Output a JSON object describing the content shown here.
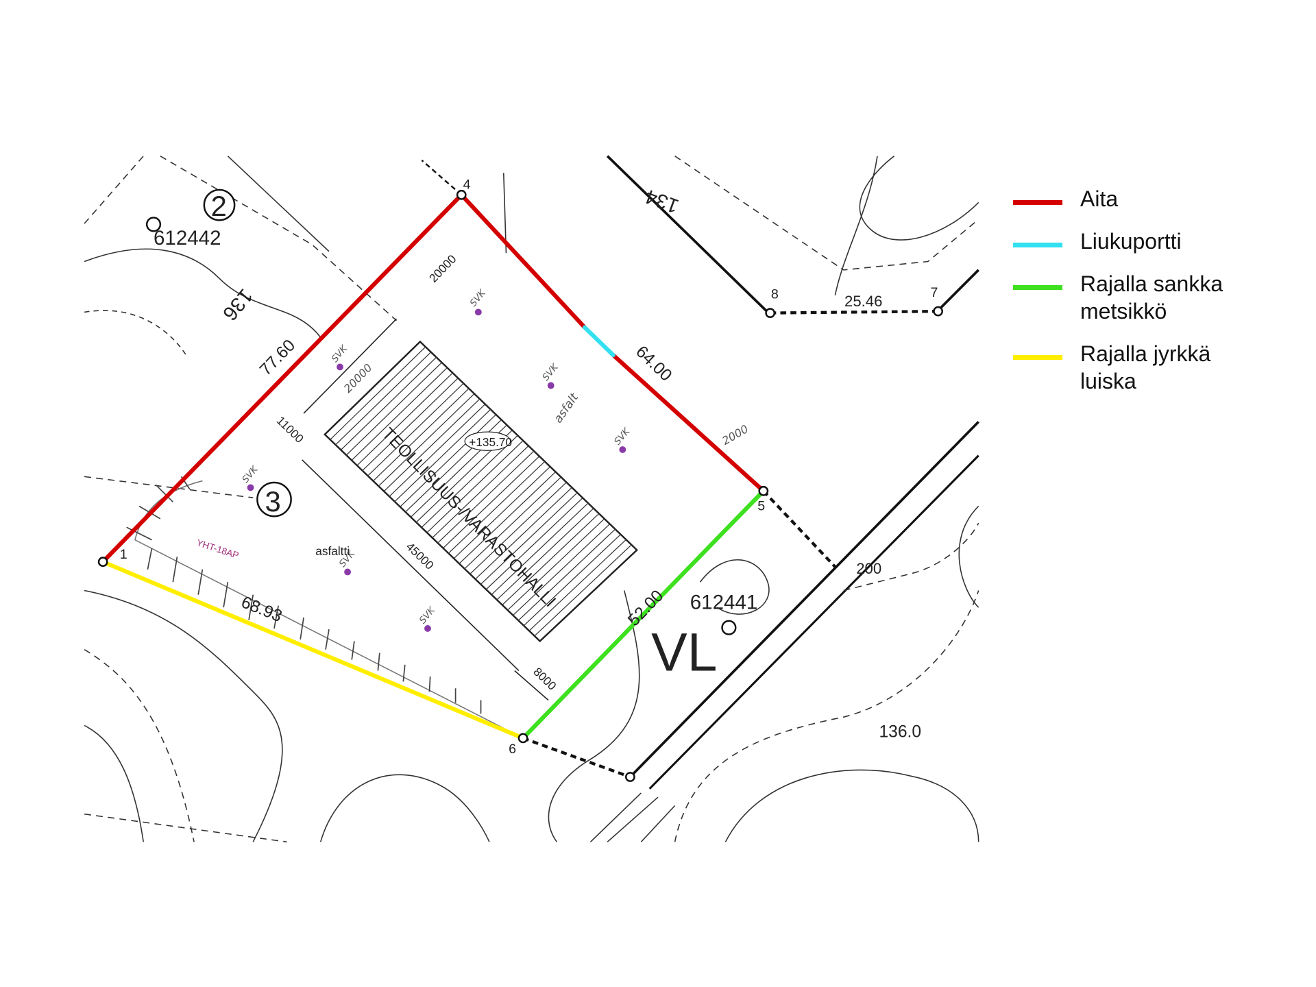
{
  "legend": [
    {
      "label": "Aita",
      "color": "#d40000"
    },
    {
      "label": "Liukuportti",
      "color": "#33e0f0"
    },
    {
      "label": "Rajalla sankka metsikkö",
      "color": "#3ee020"
    },
    {
      "label": "Rajalla jyrkkä luiska",
      "color": "#ffee00"
    }
  ],
  "map": {
    "block_2": "2",
    "block_3": "3",
    "parcel_west": "612442",
    "parcel_east": "612441",
    "zone": "VL",
    "contour_136": "136",
    "contour_134": "134",
    "elevation_label": "136.0",
    "points": {
      "p1": "1",
      "p4": "4",
      "p5": "5",
      "p6": "6",
      "p7": "7",
      "p8": "8"
    },
    "dims": {
      "nw": "77.60",
      "ne": "64.00",
      "se": "52.00",
      "sw": "68.93",
      "p8_p7": "25.46",
      "d200": "200"
    },
    "building_dims": {
      "d20000": "20000",
      "d11000": "11000",
      "d45000": "45000",
      "d8000": "8000",
      "hand_20000": "20000",
      "hand_2000": "2000"
    },
    "building_label": "TEOLLISUUS-/VARASTOHALLI",
    "building_elevation": "+135.70",
    "surface": "asfaltti",
    "surface_hand": "asfalt",
    "svk": "SVK",
    "note": "YHT-18AP"
  }
}
